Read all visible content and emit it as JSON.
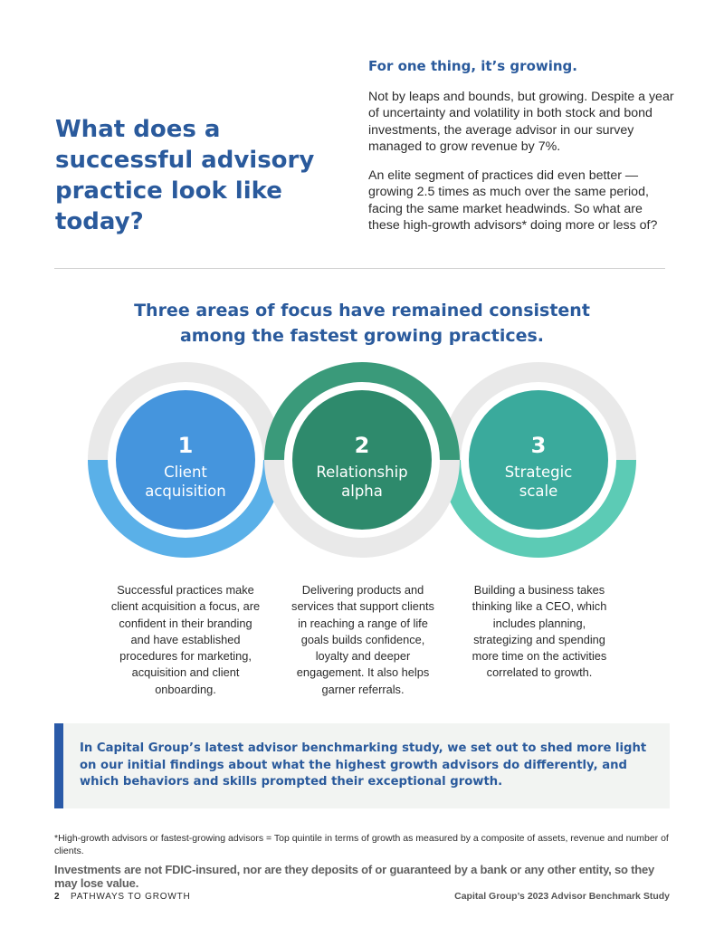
{
  "headline": "What does a successful advisory practice look like today?",
  "intro": {
    "heading": "For one thing, it’s growing.",
    "paragraphs": [
      "Not by leaps and bounds, but growing. Despite a year of uncertainty and volatility in both stock and bond investments, the average advisor in our survey managed to grow revenue by 7%.",
      "An elite segment of practices did even better — growing 2.5 times as much over the same period, facing the same market headwinds. So what are these high-growth advisors* doing more or less of?"
    ]
  },
  "section_title_lines": [
    "Three areas of focus have remained consistent",
    "among the fastest growing practices."
  ],
  "focus_areas": [
    {
      "number": "1",
      "label_lines": [
        "Client",
        "acquisition"
      ],
      "description": "Successful practices make client acquisition a focus, are confident in their branding and have established procedures for marketing, acquisition and client onboarding.",
      "colors": {
        "circle": "#4595dd",
        "ring": "#5ab0e8",
        "ring_bg": "#e9e9e9"
      }
    },
    {
      "number": "2",
      "label_lines": [
        "Relationship",
        "alpha"
      ],
      "description": "Delivering products and services that support clients in reaching a range of life goals builds confidence, loyalty and deeper engagement. It also helps garner referrals.",
      "colors": {
        "circle": "#2e8a6c",
        "ring": "#3a9a7a",
        "ring_bg": "#e9e9e9"
      }
    },
    {
      "number": "3",
      "label_lines": [
        "Strategic",
        "scale"
      ],
      "description": "Building a business takes thinking like a CEO, which includes planning, strategizing and spending more time on the activities correlated to growth.",
      "colors": {
        "circle": "#3aaa9c",
        "ring": "#5ccbb5",
        "ring_bg": "#e9e9e9"
      }
    }
  ],
  "callout": "In Capital Group’s latest advisor benchmarking study, we set out to shed more light on our initial findings about what the highest growth advisors do differently, and which behaviors and skills prompted their exceptional growth.",
  "footnote": "*High-growth advisors or fastest-growing advisors = Top quintile in terms of growth as measured by a composite of assets, revenue and number of clients.",
  "disclaimer": "Investments are not FDIC-insured, nor are they deposits of or guaranteed by a bank or any other entity, so they may lose value.",
  "footer": {
    "page_number": "2",
    "section": "PATHWAYS TO GROWTH",
    "publication": "Capital Group’s 2023 Advisor Benchmark Study"
  },
  "colors": {
    "brand_blue": "#2a5a9c",
    "callout_bar": "#2a5aa8",
    "callout_bg": "#f2f4f2"
  }
}
